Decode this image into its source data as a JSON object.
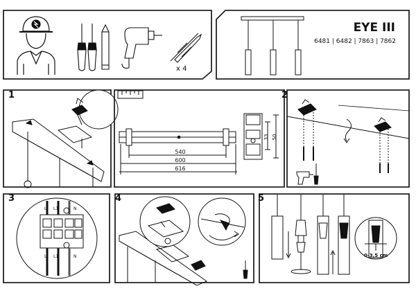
{
  "product": {
    "name": "EYE III",
    "codes": "6481 | 6482 | 7863 | 7862"
  },
  "tools": {
    "screw_quantity": "x 4"
  },
  "steps": {
    "s1": "1",
    "s2": "2",
    "s3": "3",
    "s4": "4",
    "s5": "5"
  },
  "dimensions": {
    "d540": "540",
    "d600": "600",
    "d616": "616",
    "d33": "33",
    "d50": "50"
  },
  "wiring": {
    "top_l": "L",
    "top_l1": "L1",
    "top_n": "N",
    "bottom_l": "L",
    "bottom_l1": "L1",
    "bottom_n": "N"
  },
  "adjust": {
    "range": "0-3,5 cm"
  },
  "colors": {
    "line": "#111111",
    "frame": "#222222"
  }
}
